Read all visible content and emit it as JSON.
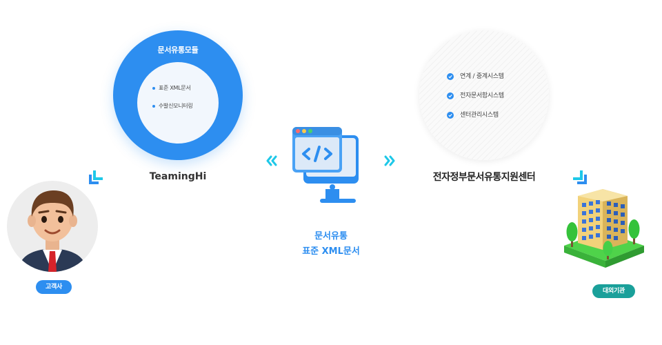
{
  "module": {
    "title": "문서유통모듈",
    "items": [
      "표준 XML문서",
      "수발신모니터링"
    ],
    "label": "TeamingHi"
  },
  "center": {
    "items": [
      "연계 / 중계시스템",
      "전자문서함시스템",
      "센터관리시스템"
    ],
    "label": "전자정부문서유통지원센터"
  },
  "middle": {
    "line1": "문서유통",
    "line2": "표준 XML문서",
    "icon": "code-monitor-icon"
  },
  "client": {
    "label": "고객사"
  },
  "org": {
    "label": "대외기관"
  },
  "colors": {
    "primary": "#2d8ef0",
    "teal": "#1aa09a",
    "cyan": "#1ec8e8",
    "text": "#222222"
  }
}
